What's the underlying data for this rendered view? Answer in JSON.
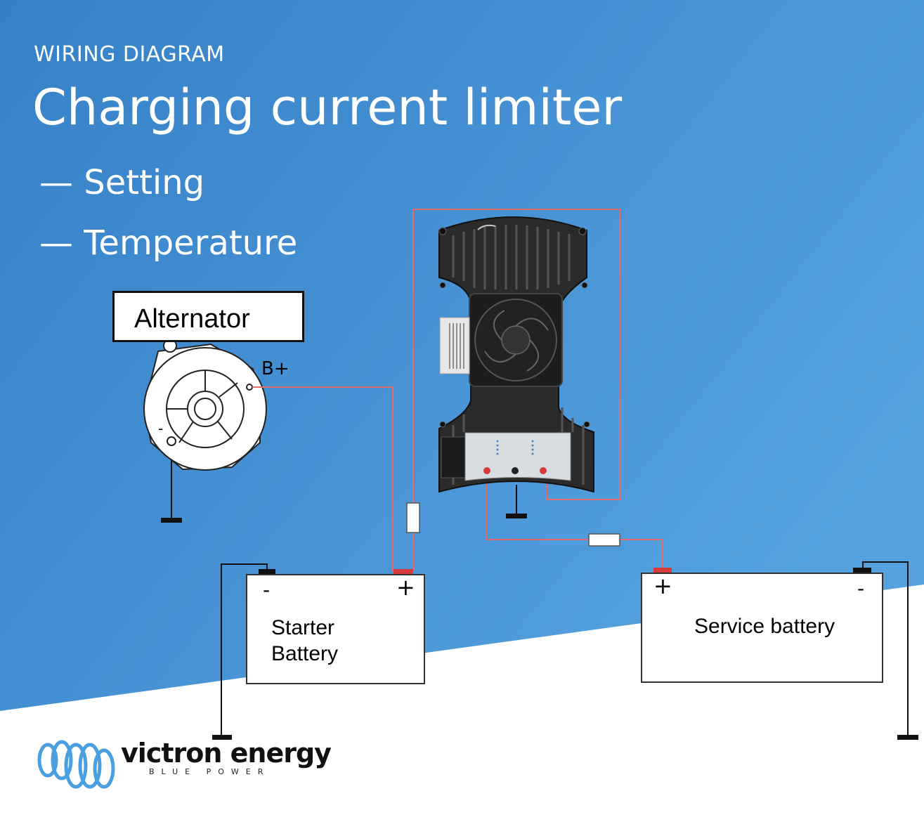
{
  "header": {
    "overline": "WIRING DIAGRAM",
    "title": "Charging current limiter",
    "bullets": [
      "— Setting",
      "— Temperature"
    ]
  },
  "diagram": {
    "alternator_label": "Alternator",
    "b_plus_label": "B+",
    "minus_terminal": "-",
    "starter_battery": {
      "label": "Starter Battery",
      "minus": "-",
      "plus": "+"
    },
    "service_battery": {
      "label": "Service battery",
      "minus": "-",
      "plus": "+"
    }
  },
  "brand": {
    "name": "victron energy",
    "tagline": "BLUE POWER"
  },
  "colors": {
    "background_blue": "#3a85c9",
    "wire_red": "#e36b6b",
    "device_body": "#2a2a2a",
    "logo_blue": "#4a9fe0"
  }
}
